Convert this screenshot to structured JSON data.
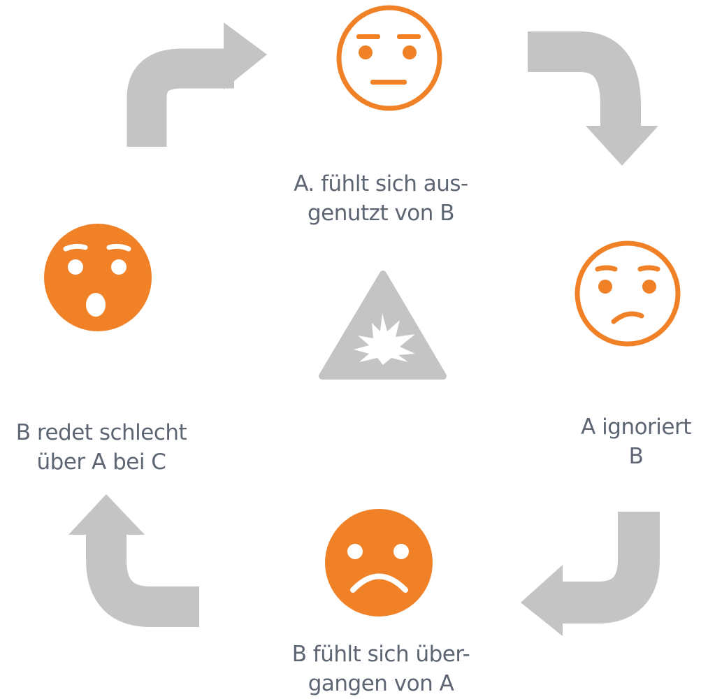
{
  "colors": {
    "face_orange": "#f08127",
    "arrow_gray": "#c4c4c4",
    "text_gray": "#5d6573",
    "background": "#ffffff"
  },
  "cycle": [
    {
      "step": "top",
      "face": "neutral-face-icon",
      "label_lines": [
        "A. fühlt sich aus-",
        "genutzt von B"
      ]
    },
    {
      "step": "right",
      "face": "worried-face-icon",
      "label_lines": [
        "A ignoriert",
        "B"
      ]
    },
    {
      "step": "bottom",
      "face": "sad-face-icon",
      "label_lines": [
        "B fühlt sich über-",
        "gangen von A"
      ]
    },
    {
      "step": "left",
      "face": "shocked-face-icon",
      "label_lines": [
        "B redet schlecht",
        "über A bei C"
      ]
    }
  ],
  "center_icon": "explosion-warning-icon"
}
